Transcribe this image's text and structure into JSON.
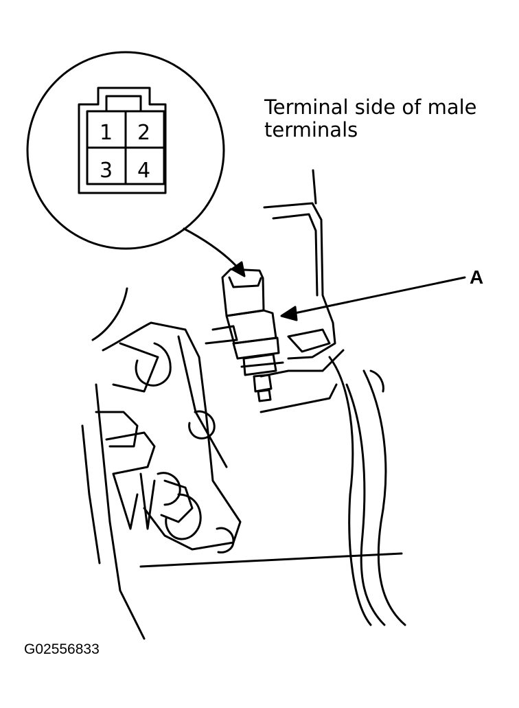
{
  "caption": {
    "line1": "Terminal side of male",
    "line2": "terminals"
  },
  "callout_label": "A",
  "figure_id": "G02556833",
  "connector_pins": [
    "1",
    "2",
    "3",
    "4"
  ],
  "colors": {
    "ink": "#000000",
    "paper": "#ffffff"
  }
}
